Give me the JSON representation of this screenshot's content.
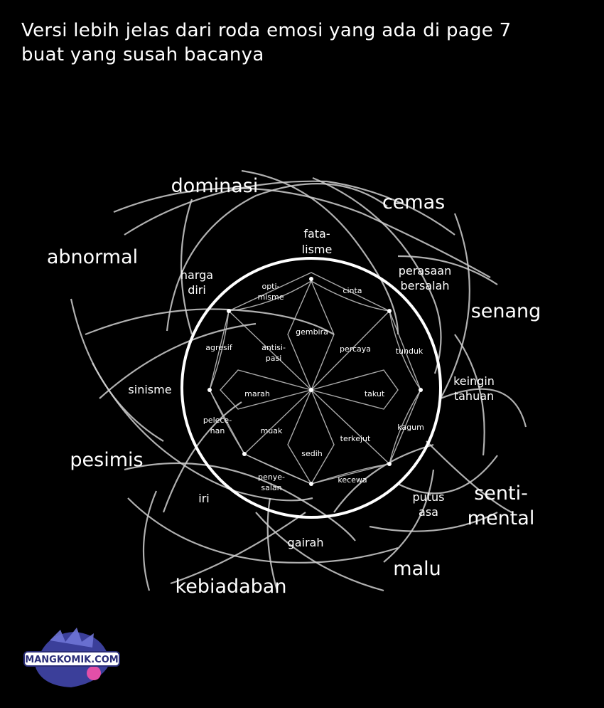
{
  "header": {
    "line1": "Versi lebih jelas dari roda emosi yang ada di page 7",
    "line2": "buat yang susah bacanya"
  },
  "wheel": {
    "outer": {
      "dominasi": "dominasi",
      "cemas": "cemas",
      "abnormal": "abnormal",
      "senang": "senang",
      "pesimis": "pesimis",
      "senti": "senti-",
      "mental": "mental",
      "malu": "malu",
      "kebiadaban": "kebiadaban"
    },
    "mid": {
      "fata": "fata-",
      "lisme": "lisme",
      "harga": "harga",
      "diri": "diri",
      "perasaan": "perasaan",
      "bersalah": "bersalah",
      "sinisme": "sinisme",
      "keingin": "keingin",
      "tahuan": "tahuan",
      "putus": "putus",
      "asa": "asa",
      "iri": "iri",
      "gairah": "gairah"
    },
    "inner": {
      "opti": "opti-",
      "misme": "misme",
      "cinta": "cinta",
      "agresif": "agresif",
      "tunduk": "tunduk",
      "pelece": "pelece-",
      "han": "han",
      "kagum": "kagum",
      "penye": "penye-",
      "salan": "salan",
      "kecewa": "kecewa"
    },
    "core": {
      "gembira": "gembira",
      "antisi": "antisi-",
      "pasi": "pasi",
      "percaya": "percaya",
      "marah": "marah",
      "takut": "takut",
      "muak": "muak",
      "terkejut": "terkejut",
      "sedih": "sedih"
    }
  },
  "watermark": {
    "text": "MANGKOMIK.COM"
  },
  "colors": {
    "background": "#000000",
    "ink": "#ffffff",
    "logo_blue": "#3b3f9a",
    "logo_pink": "#e24fa8"
  }
}
